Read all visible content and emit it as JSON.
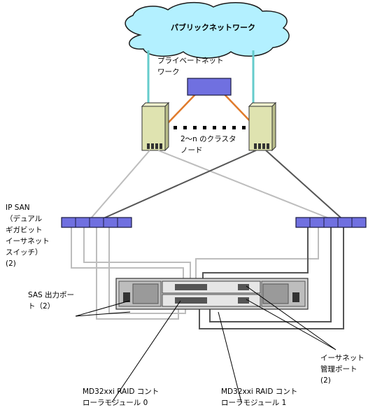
{
  "labels": {
    "public_network": "パブリックネットワーク",
    "private_network": [
      "プライベートネット",
      "ワーク"
    ],
    "cluster_nodes": [
      "2～n のクラスタ",
      "ノード"
    ],
    "ip_san": [
      "IP SAN",
      "（デュアル",
      "ギガビット",
      "イーサネット",
      "スイッチ）",
      "(2)"
    ],
    "sas_out_ports": [
      "SAS 出力ポー",
      "ト（2）"
    ],
    "ethernet_mgmt": [
      "イーサネット",
      "管理ポート",
      "(2)"
    ],
    "raid_module_0": [
      "MD32xxi RAID コント",
      "ローラモジュール 0"
    ],
    "raid_module_1": [
      "MD32xxi RAID コント",
      "ローラモジュール 1"
    ]
  },
  "colors": {
    "cloud_fill": "#b3f0ff",
    "cloud_stroke": "#1a1a1a",
    "public_link": "#66cccc",
    "private_link": "#e07b2c",
    "switch_fill": "#7070e0",
    "node_fill": "#dfe3b0",
    "cable_light": "#bdbdbd",
    "cable_dark": "#555555"
  }
}
